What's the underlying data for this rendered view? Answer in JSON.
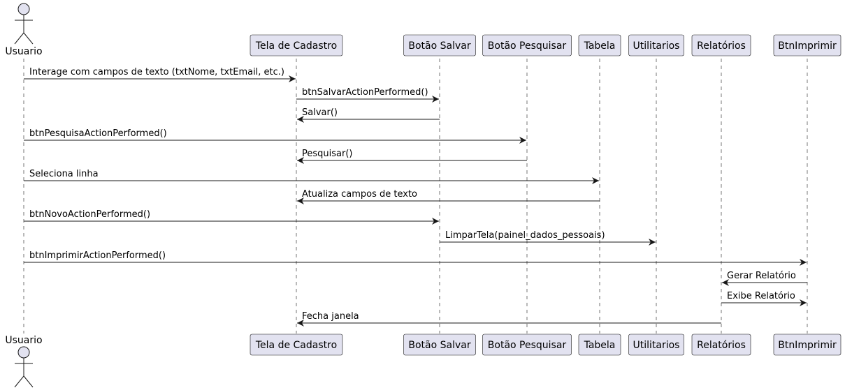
{
  "colors": {
    "participant_fill": "#E2E2F0",
    "participant_stroke": "#181818",
    "lifeline": "#181818",
    "arrow": "#181818"
  },
  "participants": [
    {
      "id": "usuario",
      "label": "Usuario",
      "kind": "actor"
    },
    {
      "id": "tela",
      "label": "Tela de Cadastro",
      "kind": "participant"
    },
    {
      "id": "salvar",
      "label": "Botão Salvar",
      "kind": "participant"
    },
    {
      "id": "pesquisar",
      "label": "Botão Pesquisar",
      "kind": "participant"
    },
    {
      "id": "tabela",
      "label": "Tabela",
      "kind": "participant"
    },
    {
      "id": "utilitarios",
      "label": "Utilitarios",
      "kind": "participant"
    },
    {
      "id": "relatorios",
      "label": "Relatórios",
      "kind": "participant"
    },
    {
      "id": "btnimprimir",
      "label": "BtnImprimir",
      "kind": "participant"
    }
  ],
  "messages": [
    {
      "from": "usuario",
      "to": "tela",
      "label": "Interage com campos de texto (txtNome, txtEmail, etc.)"
    },
    {
      "from": "tela",
      "to": "salvar",
      "label": "btnSalvarActionPerformed()"
    },
    {
      "from": "salvar",
      "to": "tela",
      "label": "Salvar()"
    },
    {
      "from": "usuario",
      "to": "pesquisar",
      "label": "btnPesquisaActionPerformed()"
    },
    {
      "from": "pesquisar",
      "to": "tela",
      "label": "Pesquisar()"
    },
    {
      "from": "usuario",
      "to": "tabela",
      "label": "Seleciona linha"
    },
    {
      "from": "tabela",
      "to": "tela",
      "label": "Atualiza campos de texto"
    },
    {
      "from": "usuario",
      "to": "salvar",
      "label": "btnNovoActionPerformed()"
    },
    {
      "from": "salvar",
      "to": "utilitarios",
      "label": "LimparTela(painel_dados_pessoais)"
    },
    {
      "from": "usuario",
      "to": "btnimprimir",
      "label": "btnImprimirActionPerformed()"
    },
    {
      "from": "btnimprimir",
      "to": "relatorios",
      "label": "Gerar Relatório"
    },
    {
      "from": "relatorios",
      "to": "btnimprimir",
      "label": "Exibe Relatório"
    },
    {
      "from": "relatorios",
      "to": "tela",
      "label": "Fecha janela"
    }
  ]
}
